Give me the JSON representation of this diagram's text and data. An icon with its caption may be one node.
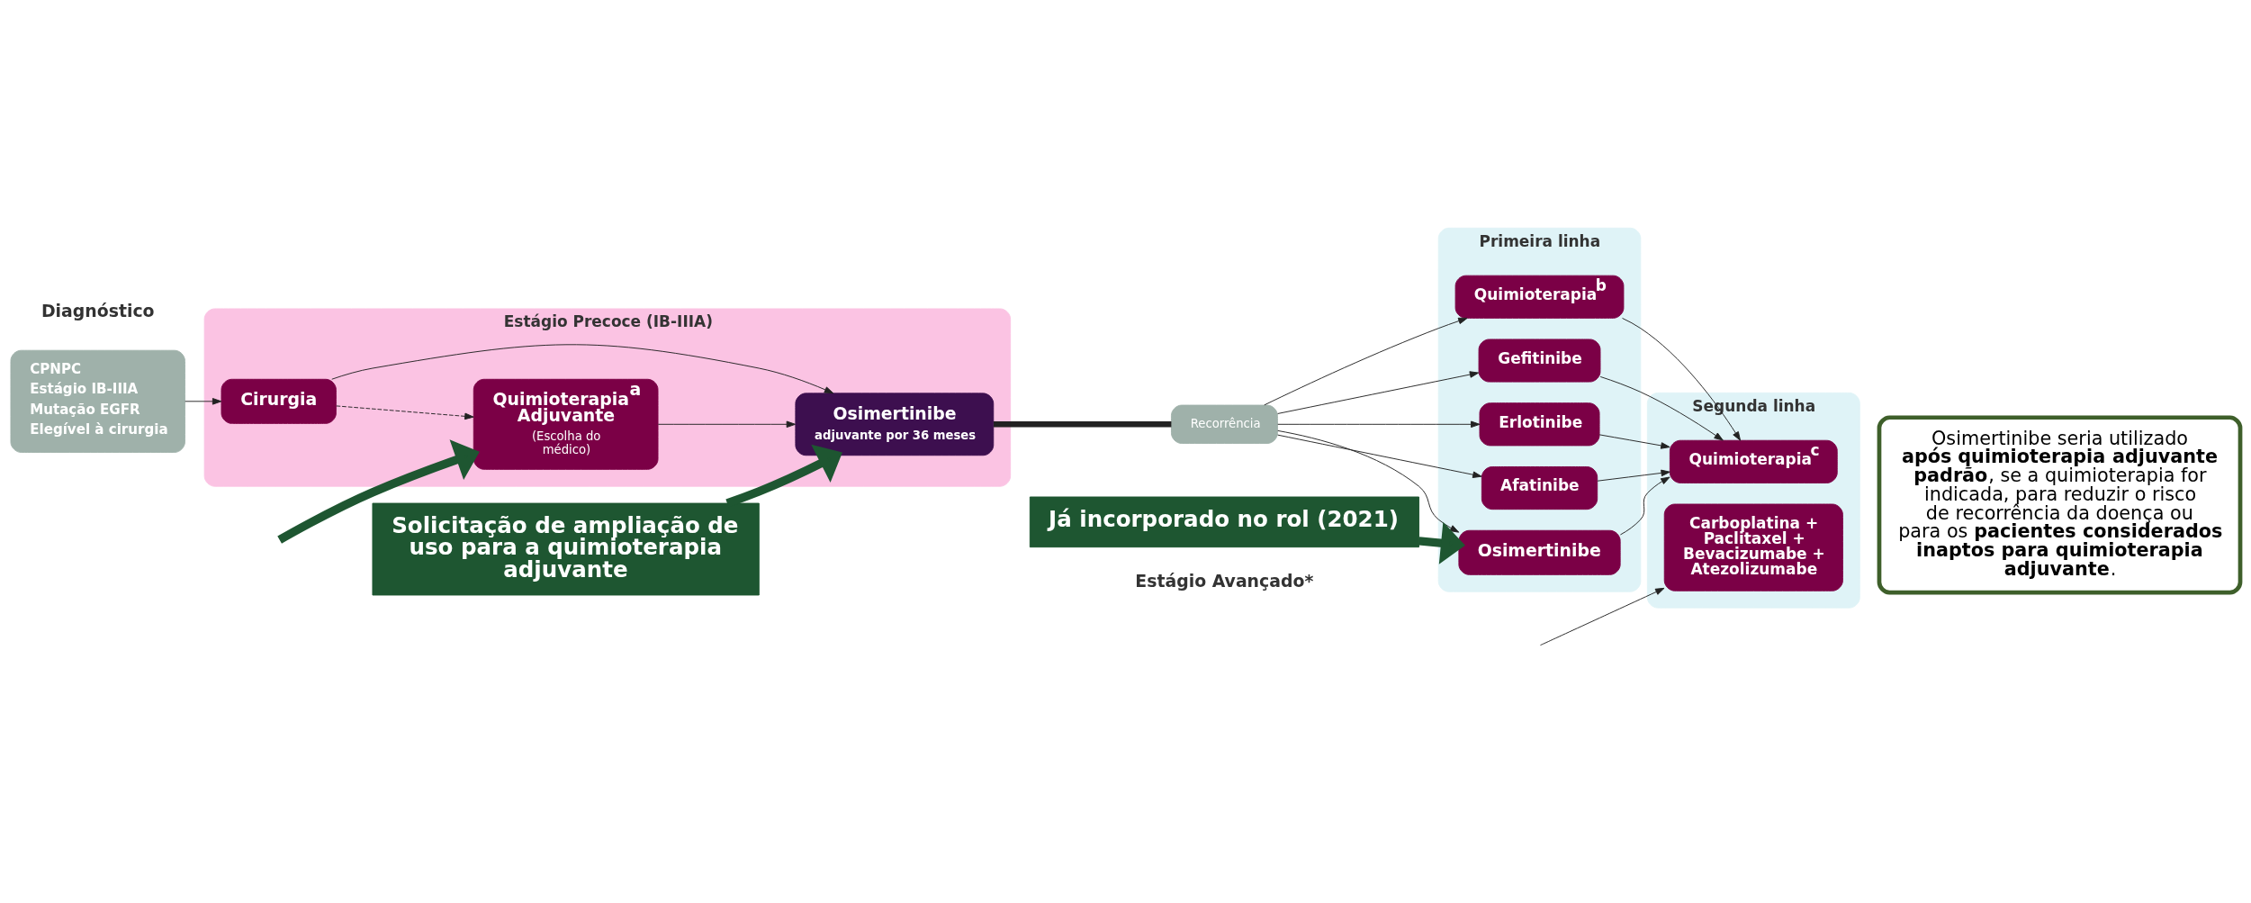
{
  "diagram": {
    "nodes": [
      {
        "text": [
          "CPNPC",
          "Estágio IB-IIIA",
          "Mutação EGFR",
          "Elegível à cirurgia"
        ]
      },
      {
        "text": [
          "Estágio Precoce (IB-IIIA)"
        ]
      },
      {
        "text": [
          "Cirurgia"
        ],
        "in": 1
      },
      {
        "text": [
          "Quimioterapia$^{a}$ Adjuvante",
          "(Escolha do médico)"
        ],
        "in": 1
      },
      {
        "text": [
          "Osimertinibe",
          "adjuvante por 36 meses"
        ],
        "in": 1
      },
      {
        "text": [
          "Recorrência"
        ]
      },
      {
        "text": [
          "Primeira linha"
        ]
      },
      {
        "text": [
          "Osimertinibe"
        ],
        "in": 6
      },
      {
        "text": [
          "Gefitinibe"
        ],
        "in": 6
      },
      {
        "text": [
          "Erlotinibe"
        ],
        "in": 6
      },
      {
        "text": [
          "Afatinibe"
        ],
        "in": 6
      },
      {
        "text": [
          "Quimioterapia$^{b}$"
        ],
        "in": 6
      },
      {
        "text": [
          "Segunda linha"
        ]
      },
      {
        "text": [
          "Quimioterapia$^{c}$"
        ],
        "in": 12
      },
      {
        "text": [
          "Carboplatina + Paclitaxel + Bevacizumabe + Atezolizumabe"
        ],
        "in": 12
      },
      {
        "text": [
          "Já incorporado no rol (2021)"
        ]
      },
      {
        "text": [
          "Solicitação de ampliação de uso para a quimioterapia adjuvante"
        ]
      },
      {
        "text": [
          "Osimertinibe seria utilizado **após quimioterapia adjuvante padrão**, se a quimioterapia for indicada, para reduzir o risco de recorrência da doença ou para os **pacientes considerados inaptos para quimioterapia adjuvante**."
        ]
      }
    ],
    "edges": [
      {
        "from": 0,
        "to": 2,
        "arrow": "to"
      },
      {
        "from": 2,
        "to": 3,
        "arrow": "to",
        "style": "dashed"
      },
      {
        "from": 3,
        "to": 4,
        "arrow": "to"
      },
      {
        "from": 2,
        "to": 4,
        "arrow": "to"
      },
      {
        "from": 4,
        "to": 5,
        "arrow": "none",
        "style": "thick"
      },
      {
        "from": 5,
        "to": 7,
        "arrow": "to"
      },
      {
        "from": 5,
        "to": 8,
        "arrow": "to"
      },
      {
        "from": 5,
        "to": 9,
        "arrow": "to"
      },
      {
        "from": 5,
        "to": 10,
        "arrow": "to"
      },
      {
        "from": 5,
        "to": 11,
        "arrow": "to"
      },
      {
        "from": 7,
        "to": 13,
        "arrow": "to"
      },
      {
        "from": 8,
        "to": 13,
        "arrow": "to"
      },
      {
        "from": 9,
        "to": 13,
        "arrow": "to"
      },
      {
        "from": 10,
        "to": 13,
        "arrow": "to"
      },
      {
        "from": 11,
        "to": 13,
        "arrow": "to"
      },
      {
        "from": null,
        "to": 14,
        "arrow": "to"
      },
      {
        "from": null,
        "to": 3,
        "arrow": "to",
        "style": "thick",
        "color": "#1e5631"
      },
      {
        "from": 15,
        "to": 7,
        "arrow": "to",
        "style": "thick",
        "color": "#1e5631"
      },
      {
        "from": 16,
        "to": 4,
        "arrow": "to",
        "style": "thick",
        "color": "#1e5631"
      }
    ],
    "labels": [
      "Diagnóstico",
      "Estágio Avançado*"
    ]
  }
}
